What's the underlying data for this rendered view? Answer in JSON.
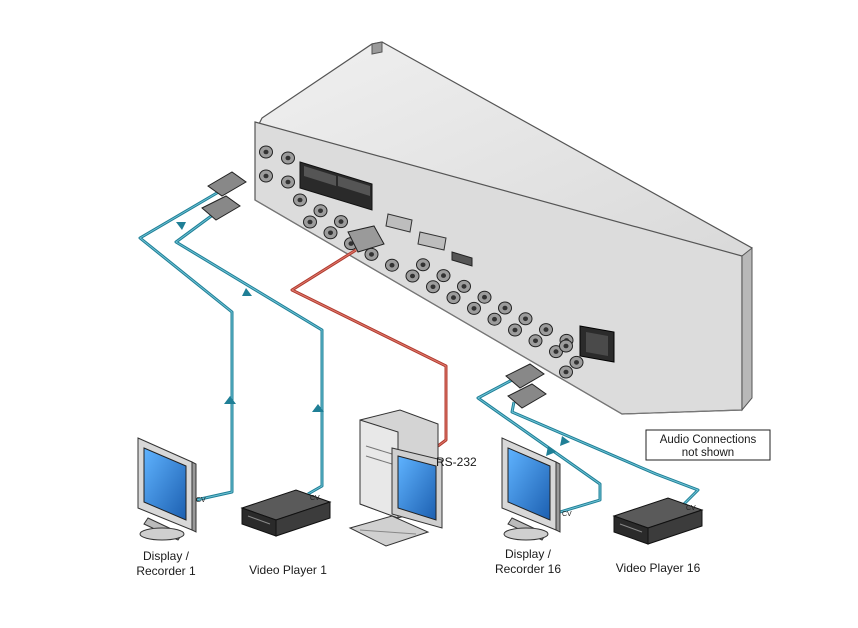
{
  "labels": {
    "display_1_line1": "Display /",
    "display_1_line2": "Recorder 1",
    "video_player_1": "Video Player 1",
    "rs232": "RS-232",
    "display_16_line1": "Display /",
    "display_16_line2": "Recorder 16",
    "video_player_16": "Video Player 16",
    "cv": "CV"
  },
  "callout": {
    "line1": "Audio Connections",
    "line2": "not shown"
  },
  "colors": {
    "video_cable": "#1f7f96",
    "rs232_cable": "#b03a2e",
    "chassis_top": "#e6e6e6",
    "chassis_front": "#d2d2d2",
    "screen": "#2e86d6"
  }
}
